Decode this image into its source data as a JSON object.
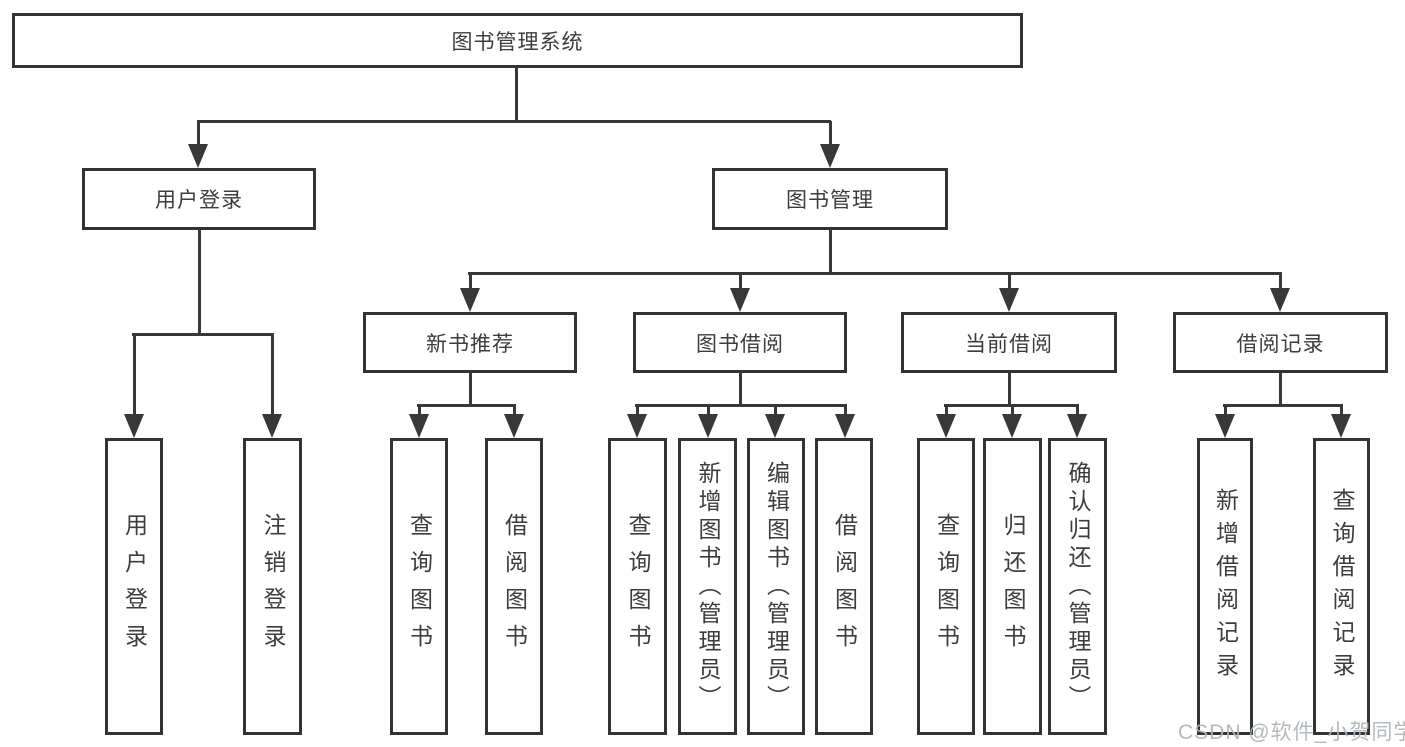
{
  "colors": {
    "background": "#ffffff",
    "line": "#383838",
    "box_border": "#333333",
    "text": "#3d3d3d",
    "watermark": "#b0b5be"
  },
  "watermark": "CSDN @软件_小贺同学",
  "tree": {
    "root": "图书管理系统",
    "user_login": {
      "label": "用户登录",
      "children": [
        "用户登录",
        "注销登录"
      ]
    },
    "book_mgmt": {
      "label": "图书管理",
      "children": [
        {
          "label": "新书推荐",
          "children": [
            "查询图书",
            "借阅图书"
          ]
        },
        {
          "label": "图书借阅",
          "children": [
            "查询图书",
            "新增图书（管理员）",
            "编辑图书（管理员）",
            "借阅图书"
          ]
        },
        {
          "label": "当前借阅",
          "children": [
            "查询图书",
            "归还图书",
            "确认归还（管理员）"
          ]
        },
        {
          "label": "借阅记录",
          "children": [
            "新增借阅记录",
            "查询借阅记录"
          ]
        }
      ]
    }
  }
}
